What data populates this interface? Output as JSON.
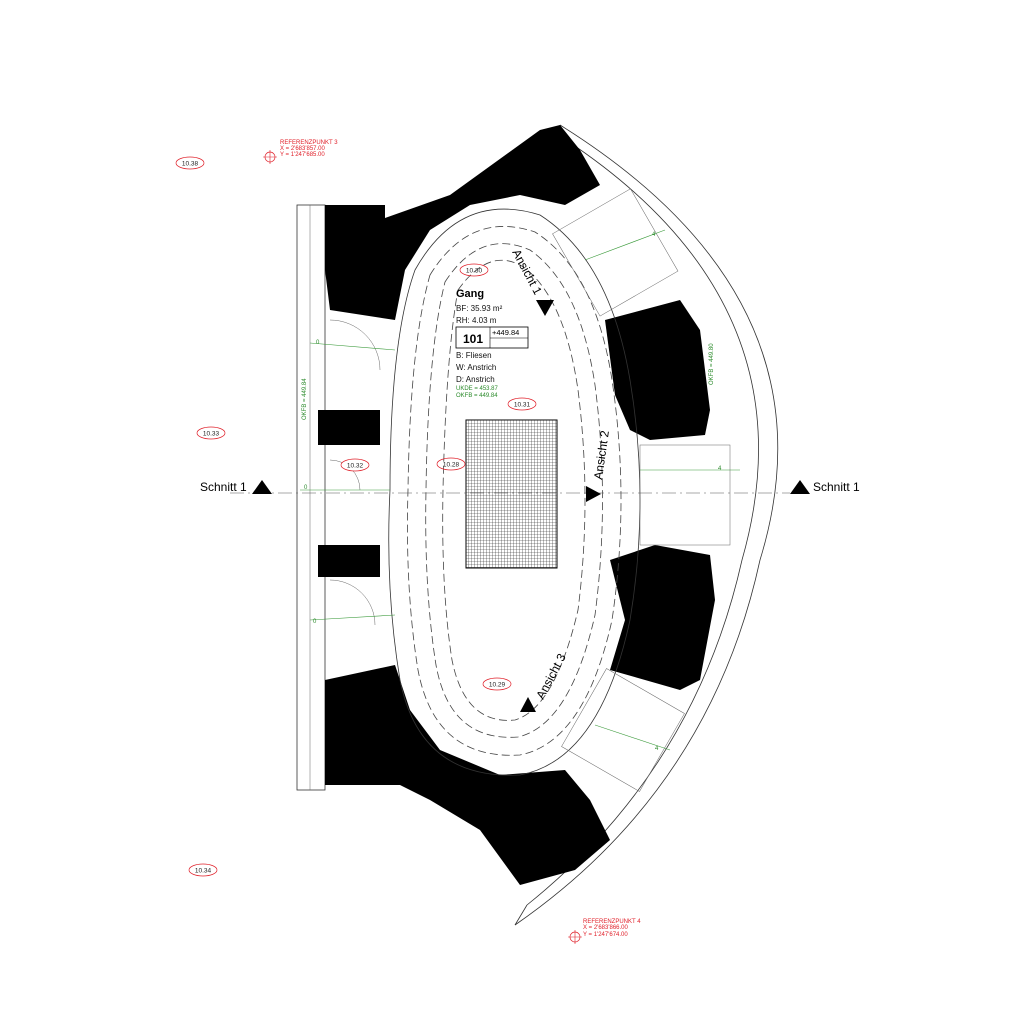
{
  "reference_points": [
    {
      "title": "REFERENZPUNKT 3",
      "x": "X = 2'683'857.00",
      "y": "Y = 1'247'685.00"
    },
    {
      "title": "REFERENZPUNKT 4",
      "x": "X = 2'683'866.00",
      "y": "Y = 1'247'674.00"
    }
  ],
  "grid_labels": [
    "10.38",
    "10.33",
    "10.34",
    "10.30",
    "10.31",
    "10.32",
    "10.28",
    "10.29"
  ],
  "room": {
    "name": "Gang",
    "bf": "BF: 35.93 m²",
    "rh": "RH:  4.03 m",
    "number": "101",
    "level": "+449.84",
    "floor": "B: Fliesen",
    "wall": "W: Anstrich",
    "ceiling": "D: Anstrich",
    "ukde": "UKDE =  453.87",
    "okfb": "OKFB =  449.84"
  },
  "views": [
    "Ansicht 1",
    "Ansicht 2",
    "Ansicht 3"
  ],
  "section": {
    "left": "Schnitt 1",
    "right": "Schnitt 1"
  },
  "okfb_left": "OKFB = 449.84",
  "okfb_right": "OKFB = 449.80",
  "door_marks": [
    "0",
    "0",
    "0",
    "4",
    "4",
    "4"
  ]
}
